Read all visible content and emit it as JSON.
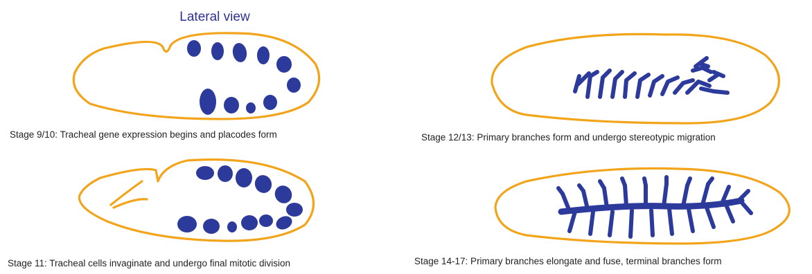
{
  "title": "Lateral view",
  "stages": [
    {
      "caption": "Stage 9/10:  Tracheal gene expression begins and placodes form"
    },
    {
      "caption": "Stage 12/13:  Primary branches form and undergo stereotypic migration"
    },
    {
      "caption": "Stage 11:  Tracheal cells invaginate and undergo final mitotic division"
    },
    {
      "caption": "Stage 14-17: Primary branches elongate and fuse, terminal branches form"
    }
  ],
  "colors": {
    "outline": "#f2a41a",
    "cells": "#2c3a9c",
    "title": "#2e3192"
  }
}
